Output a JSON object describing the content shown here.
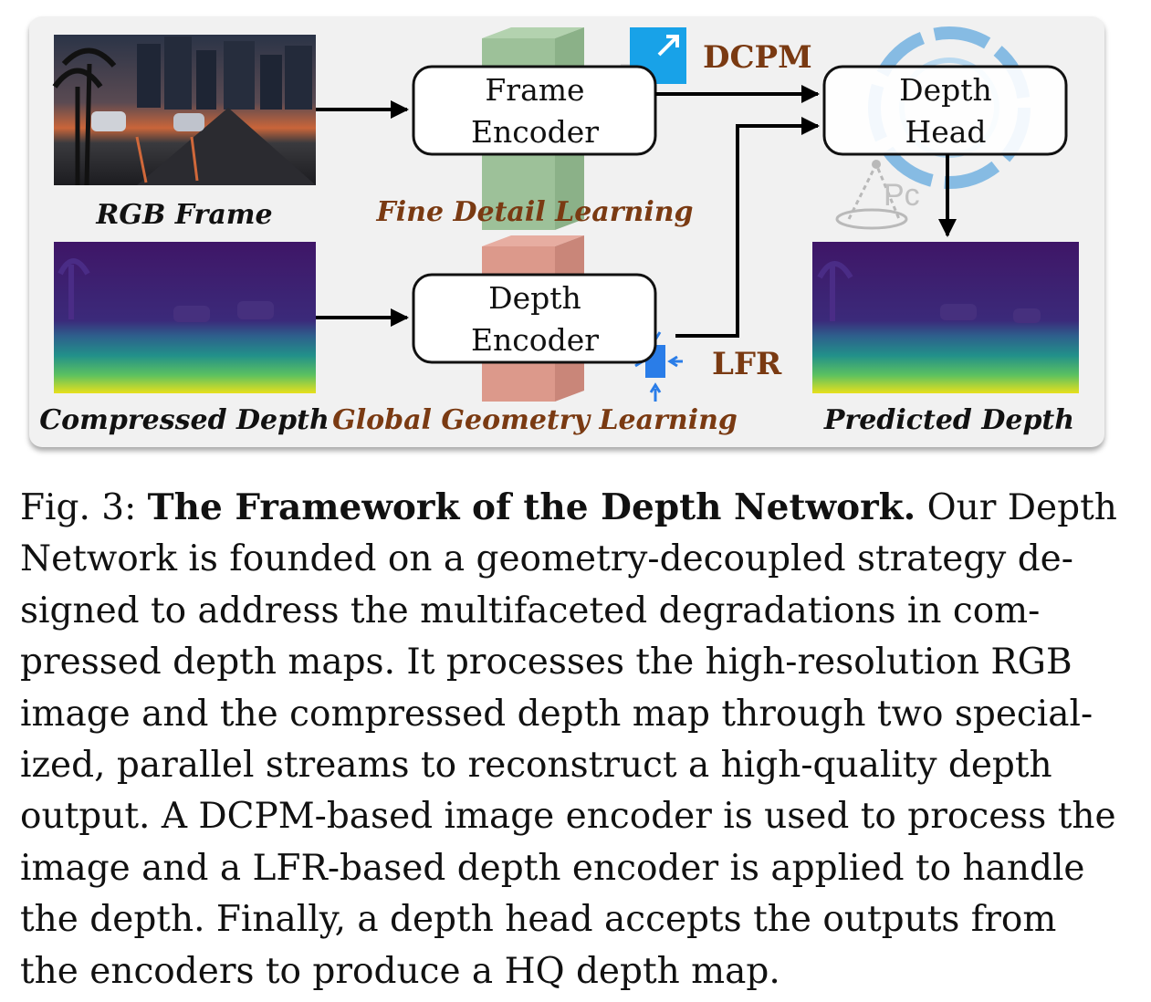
{
  "figure": {
    "labels": {
      "rgb_frame": "RGB Frame",
      "compressed_depth": "Compressed Depth",
      "predicted_depth": "Predicted Depth",
      "fine_detail": "Fine Detail Learning",
      "global_geometry": "Global Geometry Learning",
      "dcpm": "DCPM",
      "lfr": "LFR",
      "watermark_pc": "Pc"
    },
    "blocks": {
      "frame_encoder": [
        "Frame",
        "Encoder"
      ],
      "depth_encoder": [
        "Depth",
        "Encoder"
      ],
      "depth_head": [
        "Depth",
        "Head"
      ]
    },
    "colors": {
      "brown_label": "#7a3a12",
      "green_block": "#8fb98a",
      "red_block": "#d98a7a",
      "dcpm_blue": "#18a2e8",
      "lfr_blue": "#2a7de8",
      "depth_purple": "#3f1667",
      "depth_yellow": "#e8e01c"
    }
  },
  "caption": {
    "prefix": "Fig. 3: ",
    "title": "The Framework of the Depth Network.",
    "lines": [
      " Our Depth",
      "Network is founded on a geometry-decoupled strategy de-",
      "signed to address the multifaceted degradations in com-",
      "pressed depth maps. It processes the high-resolution RGB",
      "image and the compressed depth map through two special-",
      "ized, parallel streams to reconstruct a high-quality depth",
      "output. A DCPM-based image encoder is used to process the",
      "image and a LFR-based depth encoder is applied to handle",
      "the depth. Finally, a depth head accepts the outputs from",
      "the encoders to produce a HQ depth map."
    ]
  }
}
